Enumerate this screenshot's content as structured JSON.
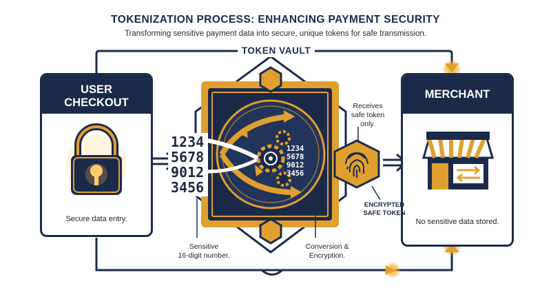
{
  "header": {
    "title": "TOKENIZATION PROCESS: ENHANCING PAYMENT SECURITY",
    "subtitle": "Transforming sensitive payment data into secure, unique tokens for safe transmission."
  },
  "vault": {
    "label": "TOKEN VAULT",
    "numbers_left": [
      "1234",
      "5678",
      "9012",
      "3456"
    ],
    "numbers_right": [
      "1234",
      "5678",
      "9012",
      "3456"
    ]
  },
  "user_panel": {
    "title_line1": "USER",
    "title_line2": "CHECKOUT",
    "caption": "Secure data entry."
  },
  "merchant_panel": {
    "title": "MERCHANT",
    "caption": "No sensitive data stored."
  },
  "notes": {
    "receives_line1": "Receives",
    "receives_line2": "safe token",
    "receives_line3": "only.",
    "encrypted_line1": "ENCRYPTED",
    "encrypted_line2": "SAFE TOKEN",
    "sensitive_line1": "Sensitive",
    "sensitive_line2": "16-digit number.",
    "conversion_line1": "Conversion &",
    "conversion_line2": "Encryption."
  },
  "colors": {
    "navy": "#1c2a4a",
    "gold": "#e0a030",
    "orange_glow": "#f5a623"
  },
  "icons": [
    "lock-icon",
    "gear-icon",
    "fingerprint-icon",
    "storefront-icon",
    "arrow-right-icon"
  ]
}
